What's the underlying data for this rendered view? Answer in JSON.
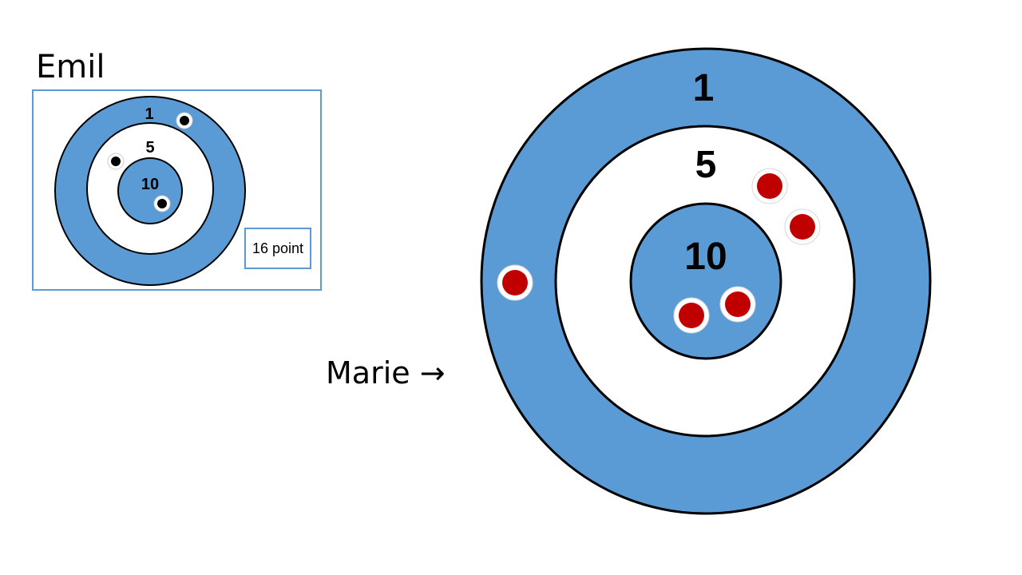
{
  "emil": {
    "name": "Emil",
    "ring_labels": {
      "outer": "1",
      "middle": "5",
      "inner": "10"
    },
    "score_text": "16 point",
    "hits": 3
  },
  "marie": {
    "label": "Marie →",
    "ring_labels": {
      "outer": "1",
      "middle": "5",
      "inner": "10"
    },
    "hits": 5
  },
  "colors": {
    "ring_blue": "#5b9bd5",
    "ring_white": "#ffffff",
    "ring_stroke": "#000000",
    "emil_hit": "#000000",
    "marie_hit": "#c00000",
    "box_border": "#5b9bd5"
  }
}
